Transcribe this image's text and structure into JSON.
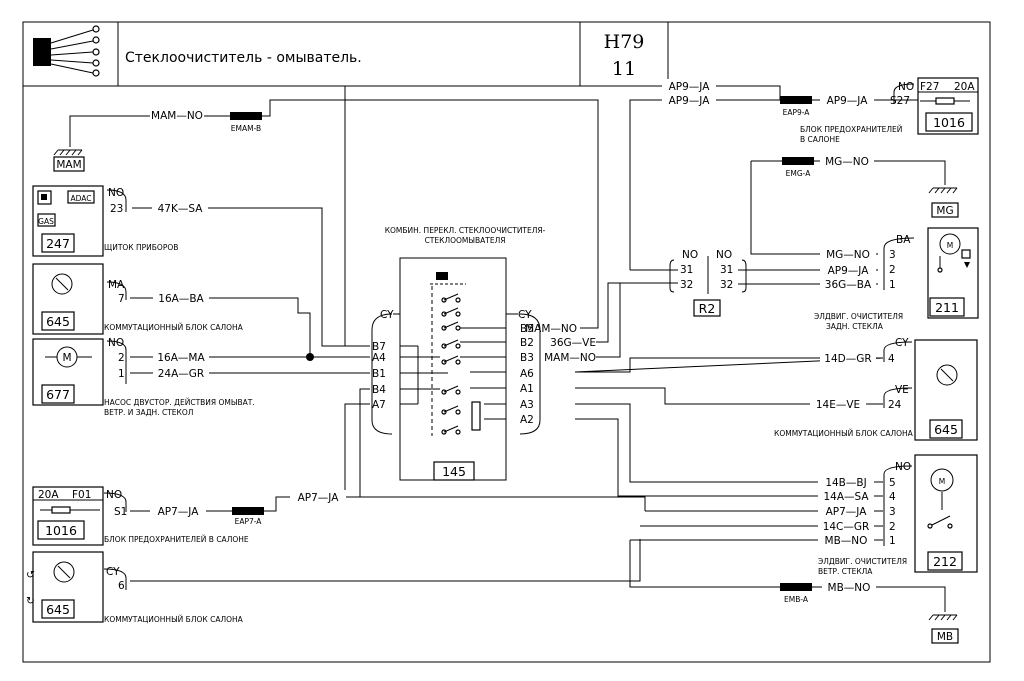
{
  "title": "Стеклоочиститель - омыватель.",
  "sheet_code": "H79",
  "sheet_number": "11",
  "switch": {
    "caption_line1": "КОМБИН. ПЕРЕКЛ. СТЕКЛООЧИСТИТЕЛЯ-",
    "caption_line2": "СТЕКЛООМЫВАТЕЛЯ",
    "number": "145",
    "left_color": "CY",
    "right_color": "CY",
    "left_pins": [
      "B7",
      "A4",
      "B1",
      "B4",
      "A7"
    ],
    "right_pins": [
      "B5",
      "B2",
      "B3",
      "A6",
      "A1",
      "A3",
      "A2"
    ]
  },
  "grounds": {
    "mam": "MAM",
    "mg": "MG",
    "mb": "MB"
  },
  "connectors": {
    "emam_b": "EMAM-B",
    "eap9_a": "EAP9-A",
    "emg_a": "EMG-A",
    "eap7_a": "EAP7-A",
    "emb_a": "EMB-A"
  },
  "wires": {
    "mam_no": "MAM—NO",
    "ap9_ja": "AP9—JA",
    "mg_no": "MG—NO",
    "k47_sa": "47K—SA",
    "a16_ba": "16A—BA",
    "a16_ma": "16A—MA",
    "a24_gr": "24A—GR",
    "ap7_ja": "AP7—JA",
    "ap7_ja_up": "AP7—JA",
    "b5_mam_no": "MAM—NO",
    "b2_36g_ve": "36G—VE",
    "b3_mam_no": "MAM—NO",
    "d14_gr": "14D—GR",
    "e14_ve": "14E—VE",
    "b14_bj": "14B—BJ",
    "a14_sa": "14A—SA",
    "c14_gr": "14C—GR",
    "mb_no": "MB—NO",
    "ap9_ja_211": "AP9—JA",
    "g36_ba": "36G—BA",
    "mg_no_211": "MG—NO"
  },
  "components": {
    "c247": {
      "number": "247",
      "label": "ЩИТОК ПРИБОРОВ",
      "color": "NO",
      "pin": "23",
      "adac": "ADAC",
      "gas": "GAS"
    },
    "c645a": {
      "number": "645",
      "label": "КОММУТАЦИОННЫЙ БЛОК САЛОНА",
      "color": "MA",
      "pin": "7"
    },
    "c677": {
      "number": "677",
      "label_line1": "НАСОС ДВУСТОР. ДЕЙСТВИЯ ОМЫВАТ.",
      "label_line2": "ВЕТР. И ЗАДН. СТЕКОЛ",
      "color": "NO",
      "pin1": "2",
      "pin2": "1"
    },
    "c1016a": {
      "number": "1016",
      "label": "БЛОК ПРЕДОХРАНИТЕЛЕЙ В САЛОНЕ",
      "amps": "20A",
      "fuse": "F01",
      "color": "NO",
      "pin": "S1"
    },
    "c645b": {
      "number": "645",
      "label": "КОММУТАЦИОННЫЙ БЛОК САЛОНА",
      "color": "CY",
      "pin": "6"
    },
    "c1016b": {
      "number": "1016",
      "label_line1": "БЛОК ПРЕДОХРАНИТЕЛЕЙ",
      "label_line2": "В САЛОНЕ",
      "amps": "20A",
      "fuse": "F27",
      "color": "NO",
      "pin": "S27"
    },
    "c211": {
      "number": "211",
      "label_line1": "ЭЛДВИГ. ОЧИСТИТЕЛЯ",
      "label_line2": "ЗАДН. СТЕКЛА",
      "color": "BA",
      "pins": [
        "3",
        "2",
        "1"
      ]
    },
    "c645c": {
      "number": "645",
      "label": "КОММУТАЦИОННЫЙ БЛОК САЛОНА",
      "color1": "CY",
      "pin1": "4",
      "color2": "VE",
      "pin2": "24"
    },
    "c212": {
      "number": "212",
      "label_line1": "ЭЛДВИГ. ОЧИСТИТЕЛЯ",
      "label_line2": "ВЕТР. СТЕКЛА",
      "color": "NO",
      "pins": [
        "5",
        "4",
        "3",
        "2",
        "1"
      ]
    },
    "r2": {
      "number": "R2",
      "left_color": "NO",
      "right_color": "NO",
      "left_pins": [
        "31",
        "32"
      ],
      "right_pins": [
        "31",
        "32"
      ]
    }
  }
}
